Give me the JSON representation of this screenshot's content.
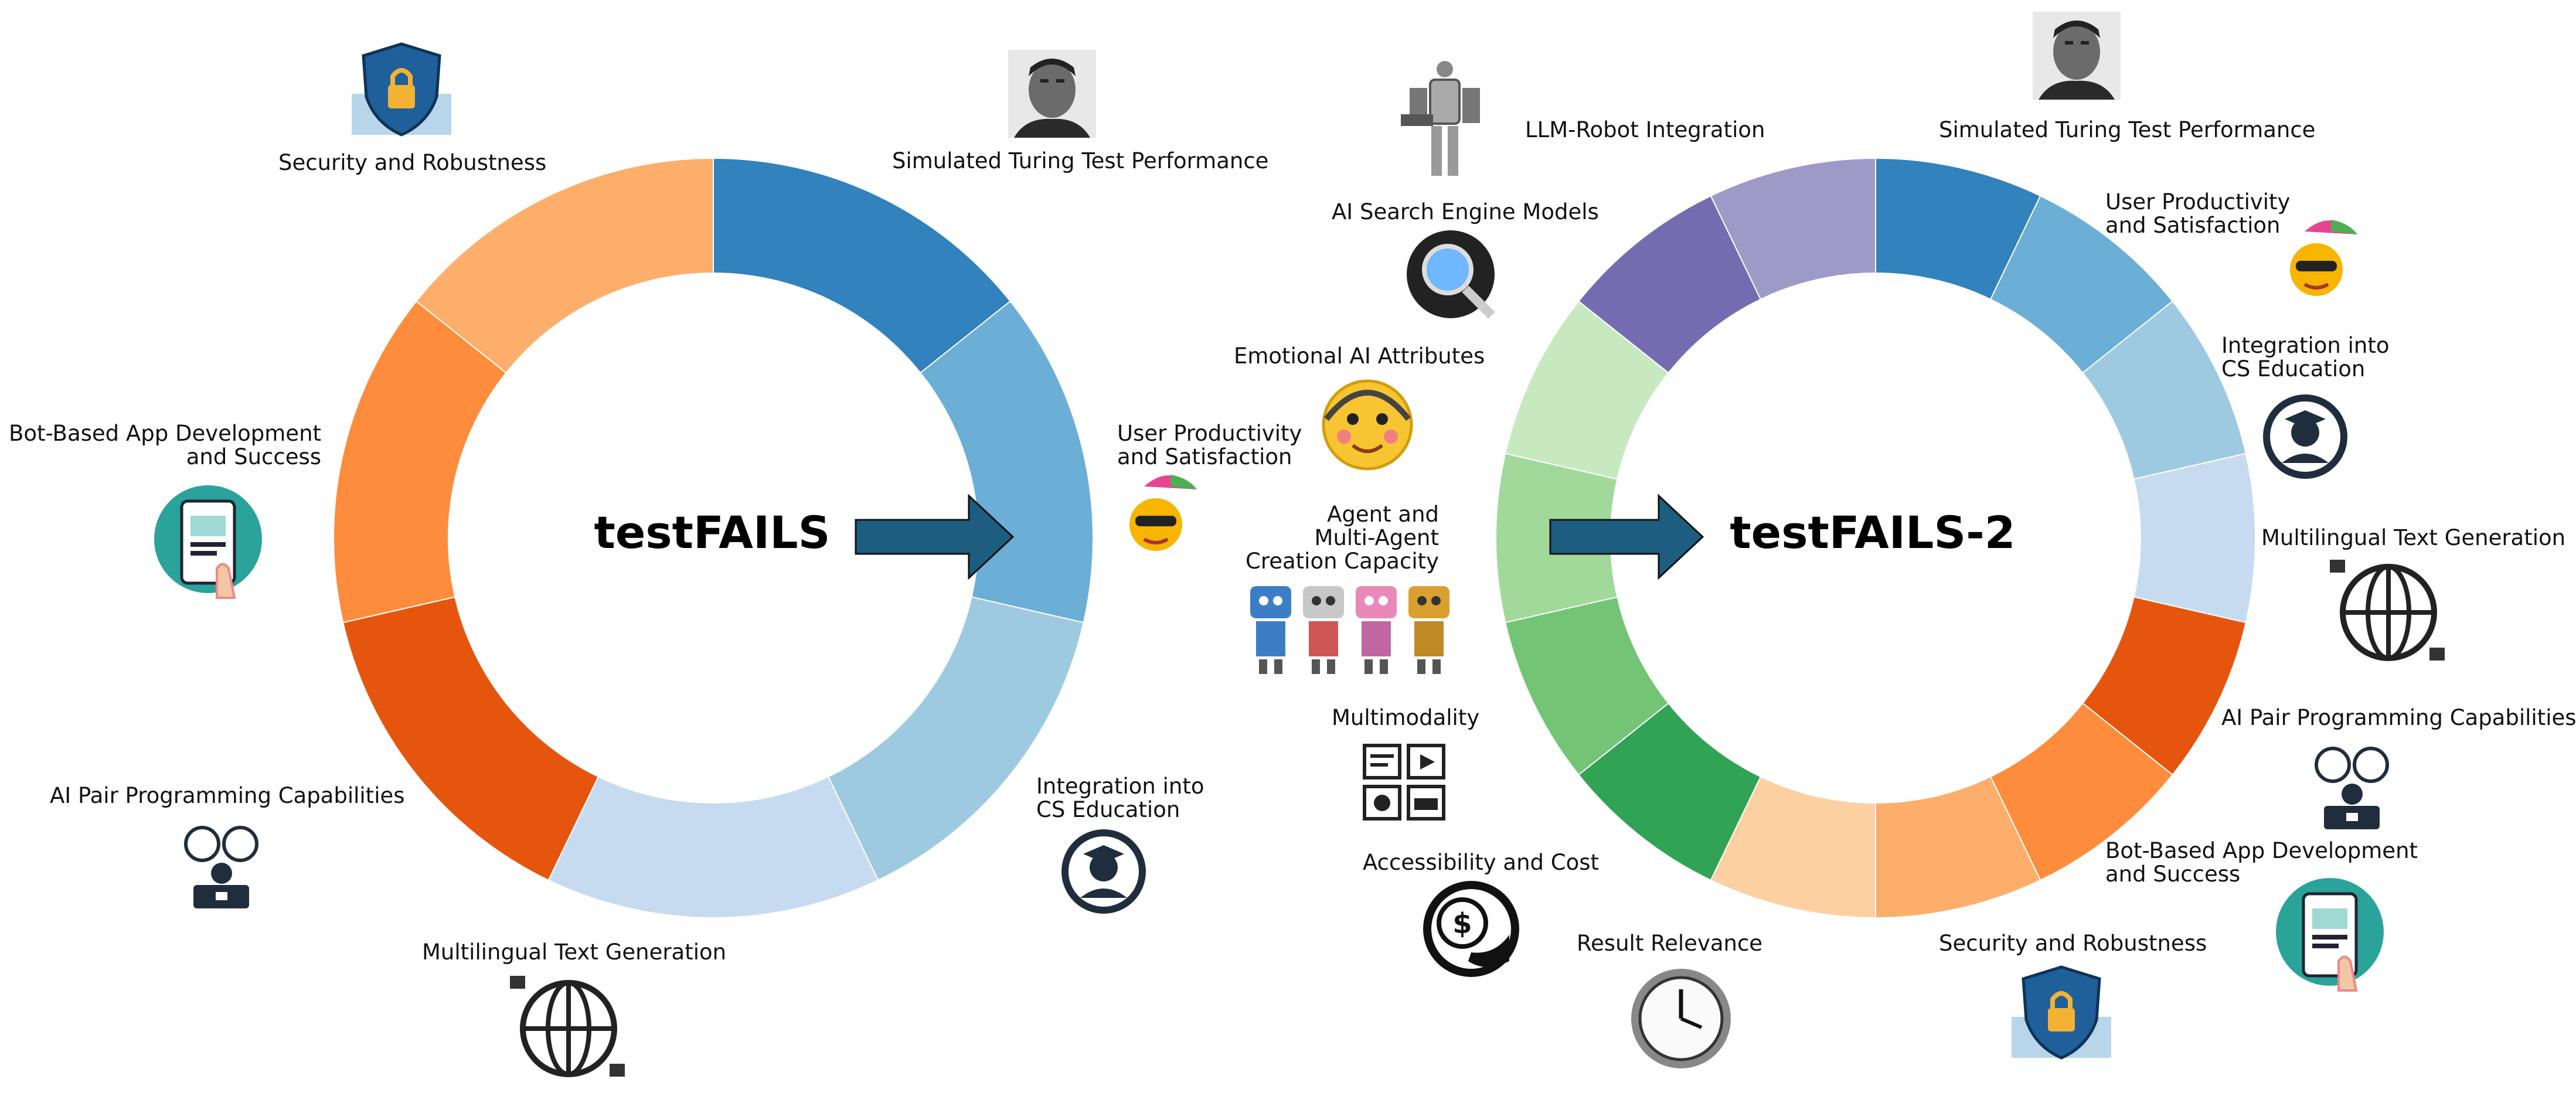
{
  "left_ring": {
    "title": "testFAILS",
    "segments": [
      {
        "label": "Simulated Turing Test Performance",
        "share": 0.143,
        "color": "#3182bd"
      },
      {
        "label": "User Productivity\nand Satisfaction",
        "share": 0.143,
        "color": "#6baed6"
      },
      {
        "label": "Integration into\nCS Education",
        "share": 0.143,
        "color": "#9ecae1"
      },
      {
        "label": "Multilingual Text Generation",
        "share": 0.143,
        "color": "#c6dbef"
      },
      {
        "label": "AI Pair Programming Capabilities",
        "share": 0.143,
        "color": "#e6550d"
      },
      {
        "label": "Bot-Based App Development\nand Success",
        "share": 0.143,
        "color": "#fd8d3c"
      },
      {
        "label": "Security and Robustness",
        "share": 0.143,
        "color": "#fdae6b"
      }
    ]
  },
  "right_ring": {
    "title": "testFAILS-2",
    "segments": [
      {
        "label": "Simulated Turing Test Performance",
        "share": 0.0714,
        "color": "#3182bd"
      },
      {
        "label": "User Productivity\nand Satisfaction",
        "share": 0.0714,
        "color": "#6baed6"
      },
      {
        "label": "Integration into\nCS Education",
        "share": 0.0714,
        "color": "#9ecae1"
      },
      {
        "label": "Multilingual Text Generation",
        "share": 0.0714,
        "color": "#c6dbef"
      },
      {
        "label": "AI Pair Programming Capabilities",
        "share": 0.0714,
        "color": "#e6550d"
      },
      {
        "label": "Bot-Based App Development\nand Success",
        "share": 0.0714,
        "color": "#fd8d3c"
      },
      {
        "label": "Security and Robustness",
        "share": 0.0714,
        "color": "#fdae6b"
      },
      {
        "label": "Result Relevance",
        "share": 0.0714,
        "color": "#fdd0a2"
      },
      {
        "label": "Accessibility and Cost",
        "share": 0.0714,
        "color": "#31a354"
      },
      {
        "label": "Multimodality",
        "share": 0.0714,
        "color": "#74c476"
      },
      {
        "label": "Agent and\nMulti-Agent\nCreation Capacity",
        "share": 0.0714,
        "color": "#a1d99b"
      },
      {
        "label": "Emotional AI Attributes",
        "share": 0.0714,
        "color": "#c7e9c0"
      },
      {
        "label": "AI Search Engine Models",
        "share": 0.0714,
        "color": "#756bb1"
      },
      {
        "label": "LLM-Robot Integration",
        "share": 0.0714,
        "color": "#9e9ac8"
      }
    ]
  },
  "arrow_color": "#1c5d80",
  "icons": [
    "turing-portrait-icon",
    "sun-umbrella-icon",
    "graduate-icon",
    "globe-icon",
    "programmer-icon",
    "app-phone-icon",
    "security-shield-icon",
    "clock-icon",
    "dollar-coin-icon",
    "multimodal-icon",
    "robots-icon",
    "emoji-face-icon",
    "search-lens-icon",
    "robot-icon"
  ]
}
